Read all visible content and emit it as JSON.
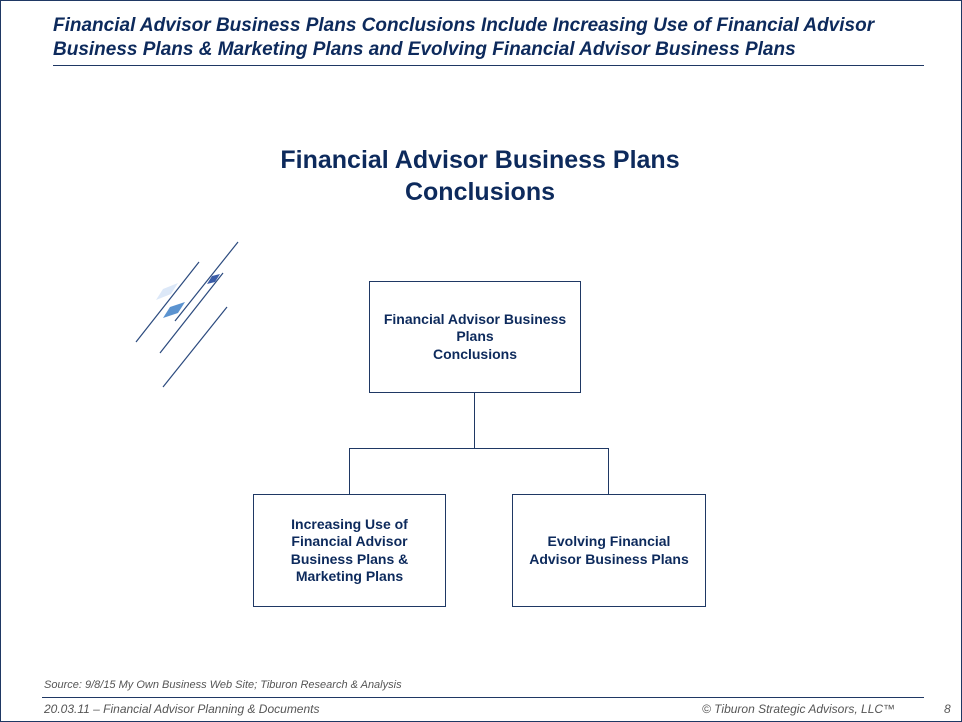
{
  "slide_title": "Financial Advisor Business Plans Conclusions Include Increasing Use of Financial Advisor Business Plans & Marketing Plans and Evolving Financial Advisor Business Plans",
  "heading": "Financial Advisor Business Plans\nConclusions",
  "diagram": {
    "root": "Financial Advisor Business Plans\nConclusions",
    "children": [
      "Increasing Use of Financial Advisor Business Plans & Marketing Plans",
      "Evolving Financial Advisor Business Plans"
    ]
  },
  "footer": {
    "source": "Source:  9/8/15 My Own Business Web Site; Tiburon Research & Analysis",
    "left": "20.03.11 – Financial Advisor Planning & Documents",
    "copyright": "© Tiburon Strategic Advisors, LLC™",
    "page_number": "8"
  },
  "colors": {
    "primary": "#0d2a5c",
    "line": "#1f3864"
  }
}
